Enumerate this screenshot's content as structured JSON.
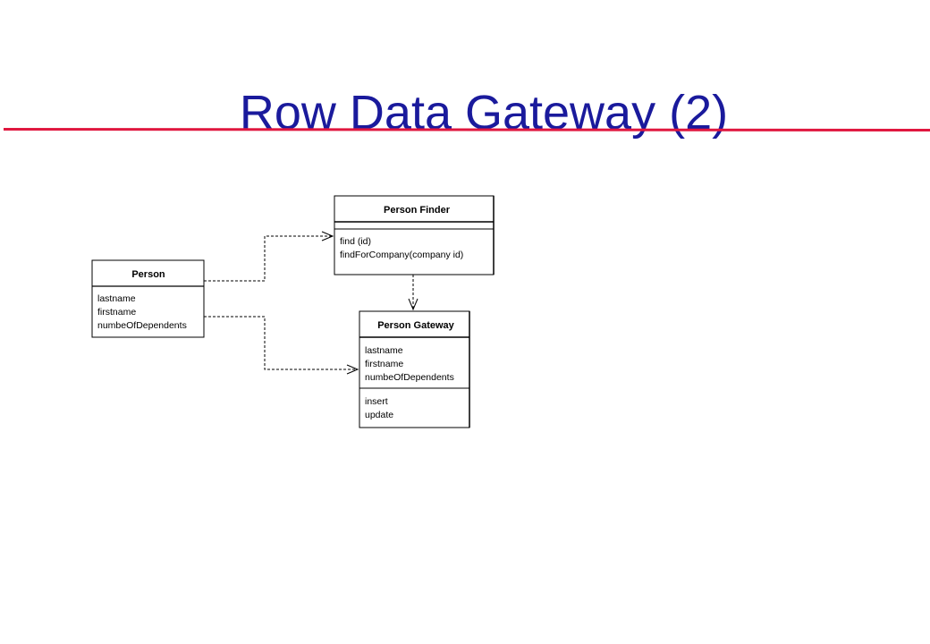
{
  "slide": {
    "title": "Row Data Gateway (2)"
  },
  "diagram": {
    "person": {
      "name": "Person",
      "attributes": [
        "lastname",
        "firstname",
        "numbeOfDependents"
      ]
    },
    "person_finder": {
      "name": "Person Finder",
      "operations": [
        "find (id)",
        "findForCompany(company id)"
      ]
    },
    "person_gateway": {
      "name": "Person Gateway",
      "attributes": [
        "lastname",
        "firstname",
        "numbeOfDependents"
      ],
      "operations": [
        "insert",
        "update"
      ]
    }
  },
  "colors": {
    "title": "#1a1a9c",
    "rule": "#e0173f",
    "line": "#000000"
  }
}
